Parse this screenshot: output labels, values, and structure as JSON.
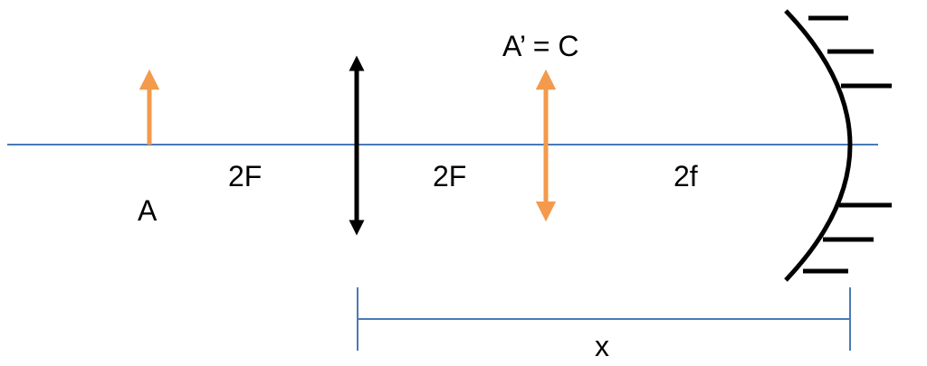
{
  "labels": {
    "object": "A",
    "image": "A’ = C",
    "focal_left": "2F",
    "focal_right": "2F",
    "mirror_focal": "2f",
    "distance": "x"
  },
  "colors": {
    "axis": "#4a7ab8",
    "object_arrow": "#f39a4c",
    "lens": "#000000",
    "mirror": "#000000",
    "dimension": "#4a7ab8",
    "text": "#000000"
  }
}
